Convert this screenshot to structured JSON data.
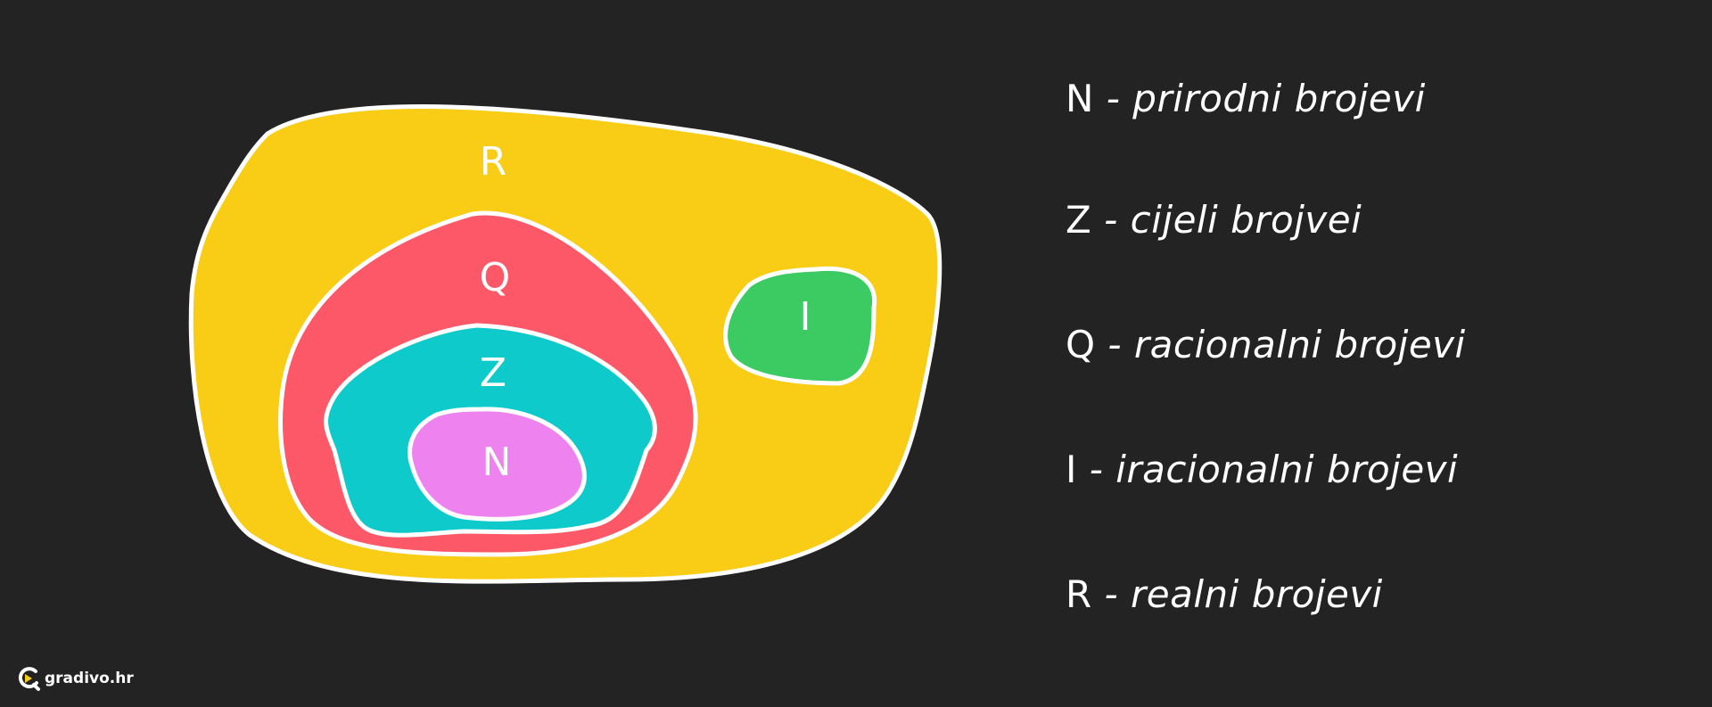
{
  "diagram": {
    "sets": {
      "R": {
        "label": "R",
        "color": "#f9cc16"
      },
      "Q": {
        "label": "Q",
        "color": "#fc5867"
      },
      "Z": {
        "label": "Z",
        "color": "#0fcaca"
      },
      "N": {
        "label": "N",
        "color": "#ee82ee"
      },
      "I": {
        "label": "I",
        "color": "#3cca63"
      }
    },
    "outline_color": "#ffffff"
  },
  "legend": [
    {
      "symbol": "N",
      "text": " - prirodni brojevi"
    },
    {
      "symbol": "Z",
      "text": " - cijeli brojvei"
    },
    {
      "symbol": "Q",
      "text": " - racionalni brojevi"
    },
    {
      "symbol": "I",
      "text": " - iracionalni brojevi"
    },
    {
      "symbol": "R",
      "text": " - realni brojevi"
    }
  ],
  "brand": {
    "name": "gradivo.hr",
    "icon": "gradivo-logo-icon",
    "accent": "#f9cc16"
  }
}
